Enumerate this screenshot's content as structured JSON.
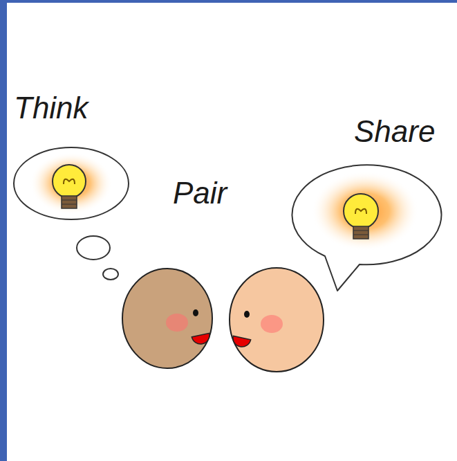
{
  "diagram": {
    "labels": [
      "Think",
      "Pair",
      "Share"
    ]
  }
}
